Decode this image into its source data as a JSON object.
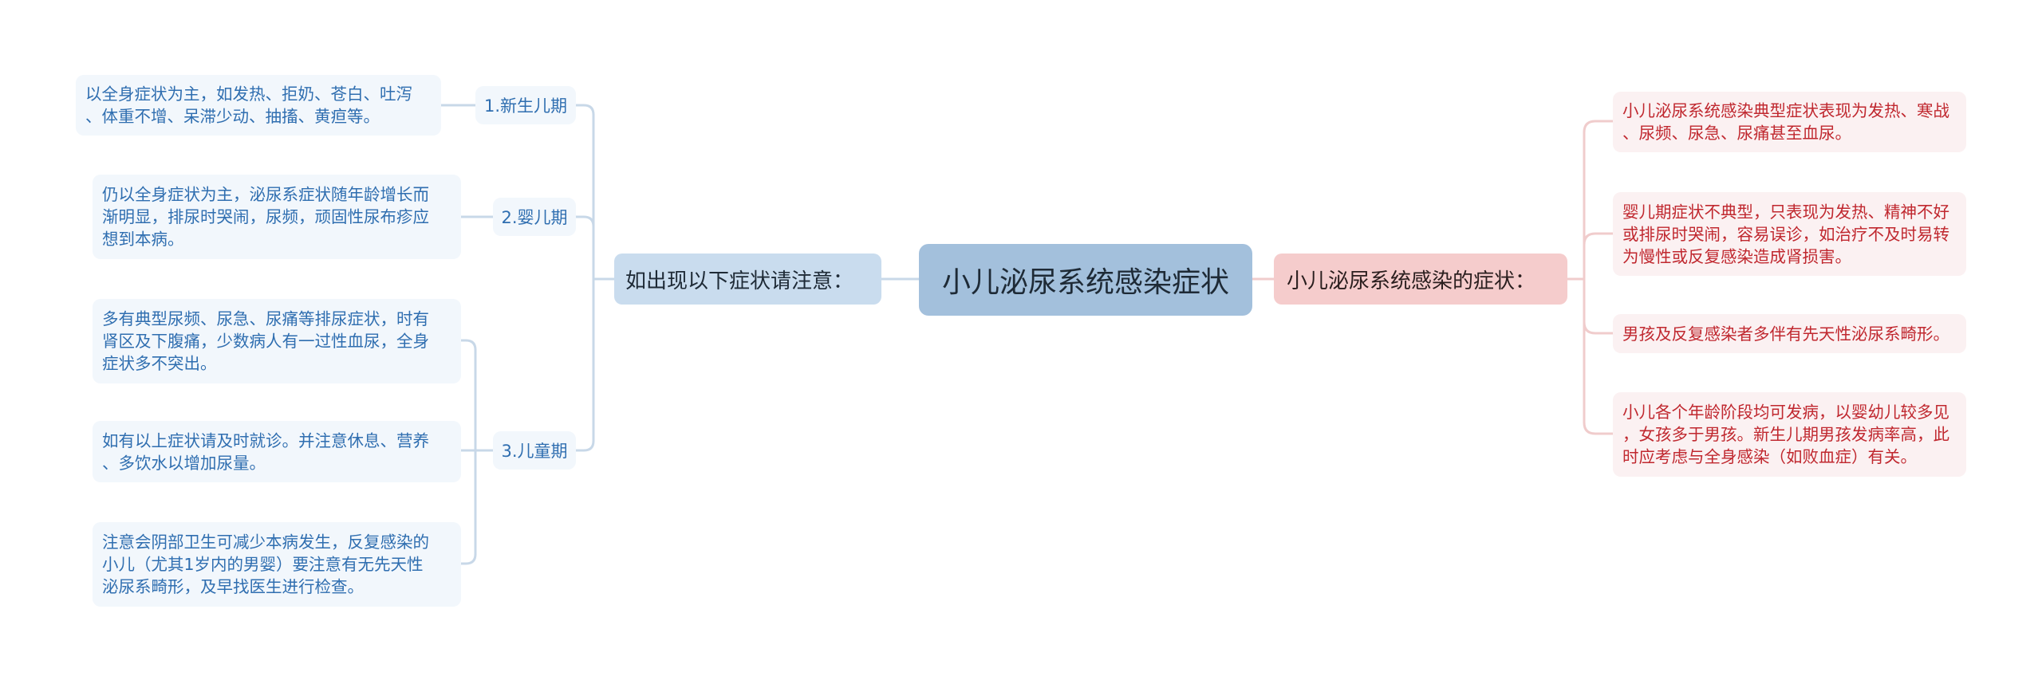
{
  "diagram": {
    "root": {
      "label": "小儿泌尿系统感染症状"
    },
    "left_branch": {
      "label": "如出现以下症状请注意：",
      "children": [
        {
          "label": "1.新生儿期",
          "leaves": [
            {
              "text": "以全身症状为主，如发热、拒奶、苍白、吐泻\n、体重不增、呆滞少动、抽搐、黄疸等。"
            }
          ]
        },
        {
          "label": "2.婴儿期",
          "leaves": [
            {
              "text": "仍以全身症状为主，泌尿系症状随年龄增长而\n渐明显，排尿时哭闹，尿频，顽固性尿布疹应\n想到本病。"
            }
          ]
        },
        {
          "label": "3.儿童期",
          "leaves": [
            {
              "text": "多有典型尿频、尿急、尿痛等排尿症状，时有\n肾区及下腹痛，少数病人有一过性血尿，全身\n症状多不突出。"
            },
            {
              "text": "如有以上症状请及时就诊。并注意休息、营养\n、多饮水以增加尿量。"
            },
            {
              "text": "注意会阴部卫生可减少本病发生，反复感染的\n小儿（尤其1岁内的男婴）要注意有无先天性\n泌尿系畸形，及早找医生进行检查。"
            }
          ]
        }
      ]
    },
    "right_branch": {
      "label": "小儿泌尿系统感染的症状：",
      "leaves": [
        {
          "text": "小儿泌尿系统感染典型症状表现为发热、寒战\n、尿频、尿急、尿痛甚至血尿。"
        },
        {
          "text": "婴儿期症状不典型，只表现为发热、精神不好\n或排尿时哭闹，容易误诊，如治疗不及时易转\n为慢性或反复感染造成肾损害。"
        },
        {
          "text": "男孩及反复感染者多伴有先天性泌尿系畸形。"
        },
        {
          "text": "小儿各个年龄阶段均可发病，以婴幼儿较多见\n，女孩多于男孩。新生儿期男孩发病率高，此\n时应考虑与全身感染（如败血症）有关。"
        }
      ]
    },
    "colors": {
      "root_fill": "#a3c0dc",
      "left_branch_fill": "#c9dcee",
      "right_branch_fill": "#f5cccc",
      "left_leaf_fill": "#f2f7fc",
      "left_text": "#2f6eb0",
      "right_leaf_fill": "#fbf1f2",
      "right_text": "#c0282f",
      "left_line": "#c8d8e8",
      "right_line": "#f0cccc"
    }
  }
}
